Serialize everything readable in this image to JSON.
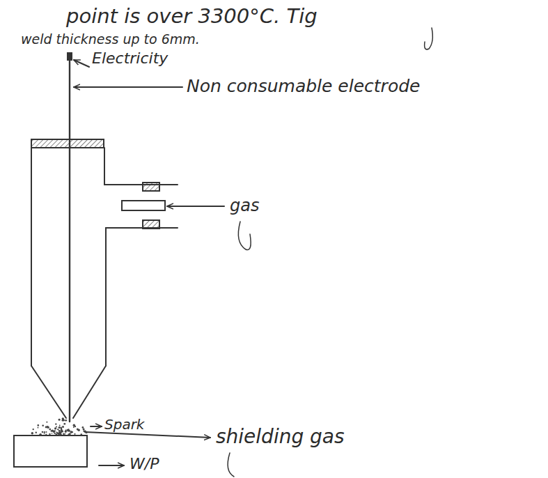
{
  "diagram": {
    "labels": [
      "point is over 3300°C. Tig",
      "weld thickness up to 6mm.",
      "Electricity",
      "Non consumable electrode",
      "gas",
      "Spark",
      "shielding gas",
      "W/P"
    ]
  }
}
